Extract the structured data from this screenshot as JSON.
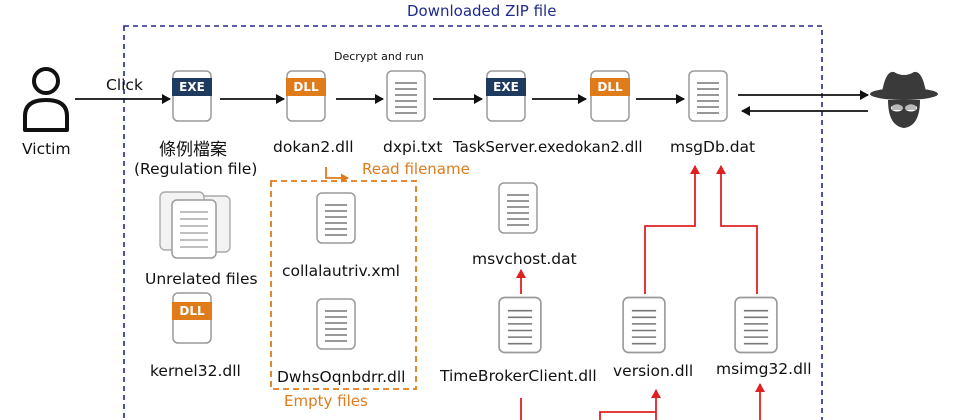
{
  "zip_label": "Downloaded ZIP file",
  "decrypt_label": "Decrypt and run",
  "read_filename_label": "Read filename",
  "empty_files_label": "Empty files",
  "click_label": "Click",
  "victim_label": "Victim",
  "badges": {
    "exe": "EXE",
    "dll": "DLL"
  },
  "files": {
    "sample_cn": "條例檔案",
    "sample_en": "(Regulation file)",
    "dokan2_a": "dokan2.dll",
    "dxpi": "dxpi.txt",
    "taskserver_dokan2": "TaskServer.exedokan2.dll",
    "msgdb": "msgDb.dat",
    "unrelated": "Unrelated files",
    "kernel32": "kernel32.dll",
    "collalautriv": "collalautriv.xml",
    "dwhs": "DwhsOqnbdrr.dll",
    "msvchost": "msvchost.dat",
    "timebroker": "TimeBrokerClient.dll",
    "version": "version.dll",
    "msimg32": "msimg32.dll"
  },
  "colors": {
    "zip_border": "#1f2a8c",
    "orange": "#e07b1a",
    "red": "#e02020",
    "exe_badge": "#1f3a5f",
    "dll_badge": "#e07b1a",
    "doc_border": "#9a9a9a",
    "hacker": "#3a3a3a"
  },
  "icons": [
    "person-icon",
    "hacker-icon",
    "exe-file-icon",
    "dll-file-icon",
    "text-file-icon",
    "stacked-files-icon"
  ]
}
